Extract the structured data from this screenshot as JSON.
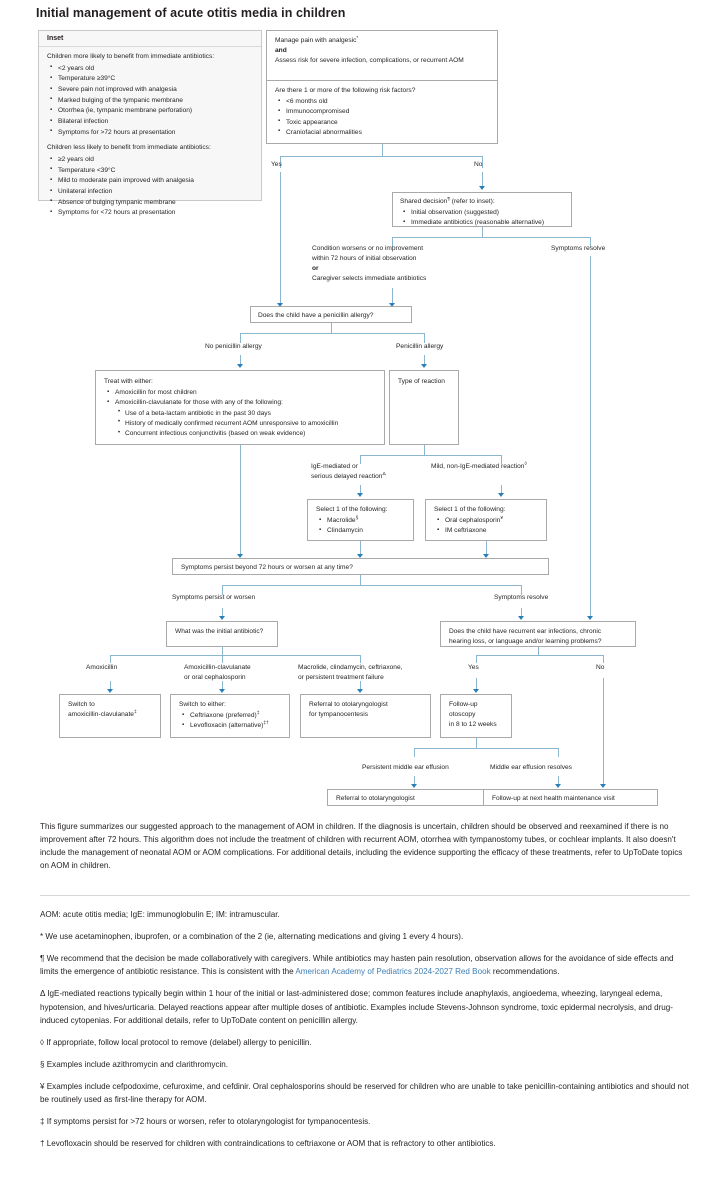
{
  "title": "Initial management of acute otitis media in children",
  "inset": {
    "header": "Inset",
    "group1_title": "Children more likely to benefit from immediate antibiotics:",
    "group1_items": [
      "<2 years old",
      "Temperature ≥39°C",
      "Severe pain not improved with analgesia",
      "Marked bulging of the tympanic membrane",
      "Otorrhea (ie, tympanic membrane perforation)",
      "Bilateral infection",
      "Symptoms for >72 hours at presentation"
    ],
    "group2_title": "Children less likely to benefit from immediate antibiotics:",
    "group2_items": [
      "≥2 years old",
      "Temperature <39°C",
      "Mild to moderate pain improved with analgesia",
      "Unilateral infection",
      "Absence of bulging tympanic membrane",
      "Symptoms for <72 hours at presentation"
    ]
  },
  "flow": {
    "start_line1": "Manage pain with analgesic",
    "start_line1_sup": "*",
    "start_and": "and",
    "start_line2": "Assess risk for severe infection, complications, or recurrent AOM",
    "risk_question": "Are there 1 or more of the following risk factors?",
    "risk_items": [
      "<6 months old",
      "Immunocompromised",
      "Toxic appearance",
      "Craniofacial abnormalities"
    ],
    "label_yes": "Yes",
    "label_no": "No",
    "shared_decision_title": "Shared decision",
    "shared_decision_title_sup": "¶",
    "shared_decision_title_rest": " (refer to inset):",
    "shared_decision_items": [
      "Initial observation (suggested)",
      "Immediate antibiotics (reasonable alternative)"
    ],
    "worsen_line1": "Condition worsens or no improvement",
    "worsen_line2": "within 72 hours of initial observation",
    "worsen_or": "or",
    "worsen_line3": "Caregiver selects immediate antibiotics",
    "symptoms_resolve_1": "Symptoms resolve",
    "penicillin_question": "Does the child have a penicillin allergy?",
    "label_no_pen_allergy": "No penicillin allergy",
    "label_pen_allergy": "Penicillin allergy",
    "treat_title": "Treat with either:",
    "treat_item1": "Amoxicillin for most children",
    "treat_item2": "Amoxicillin-clavulanate for those with any of the following:",
    "treat_sub": [
      "Use of a beta-lactam antibiotic in the past 30 days",
      "History of medically confirmed recurrent AOM unresponsive to amoxicillin",
      "Concurrent infectious conjunctivitis (based on weak evidence)"
    ],
    "type_of_reaction": "Type of reaction",
    "ige_label_l1": "IgE-mediated or",
    "ige_label_l2": "serious delayed reaction",
    "ige_label_sup": "Δ",
    "mild_label": "Mild, non-IgE-mediated reaction",
    "mild_label_sup": "◊",
    "select_title": "Select 1 of the following:",
    "select_left_items_1": "Macrolide",
    "select_left_items_1_sup": "§",
    "select_left_items_2": "Clindamycin",
    "select_right_items_1": "Oral cephalosporin",
    "select_right_items_1_sup": "¥",
    "select_right_items_2": "IM ceftriaxone",
    "persist_question": "Symptoms persist beyond 72 hours or worsen at any time?",
    "label_persist": "Symptoms persist or worsen",
    "symptoms_resolve_2": "Symptoms resolve",
    "initial_abx_question": "What was the initial antibiotic?",
    "recurrent_question_l1": "Does the child have recurrent ear infections, chronic",
    "recurrent_question_l2": "hearing loss, or language and/or learning problems?",
    "branch_amox": "Amoxicillin",
    "branch_amoxclav_l1": "Amoxicillin-clavulanate",
    "branch_amoxclav_l2": "or oral cephalosporin",
    "branch_macro_l1": "Macrolide, clindamycin, ceftriaxone,",
    "branch_macro_l2": "or persistent treatment failure",
    "switch_amox_l1": "Switch to",
    "switch_amox_l2": "amoxicillin-clavulanate",
    "switch_amox_sup": "‡",
    "switch_either_title": "Switch to either:",
    "switch_either_1": "Ceftriaxone (preferred)",
    "switch_either_1_sup": "‡",
    "switch_either_2": "Levofloxacin (alternative)",
    "switch_either_2_sup": "‡†",
    "referral_tympano_l1": "Referral to otolaryngologist",
    "referral_tympano_l2": "for tympanocentesis",
    "label_yes2": "Yes",
    "label_no2": "No",
    "otoscopy_l1": "Follow-up otoscopy",
    "otoscopy_l2": "in 8 to 12 weeks",
    "label_persistent_effusion": "Persistent middle ear effusion",
    "label_effusion_resolves": "Middle ear effusion resolves",
    "referral_oto": "Referral to otolaryngologist",
    "followup_visit": "Follow-up at next health maintenance visit"
  },
  "narrative": "This figure summarizes our suggested approach to the management of AOM in children. If the diagnosis is uncertain, children should be observed and reexamined if there is no improvement after 72 hours. This algorithm does not include the treatment of children with recurrent AOM, otorrhea with tympanostomy tubes, or cochlear implants. It also doesn't include the management of neonatal AOM or AOM complications. For additional details, including the evidence supporting the efficacy of these treatments, refer to UpToDate topics on AOM in children.",
  "footnotes": {
    "abbreviations": "AOM: acute otitis media; IgE: immunoglobulin E; IM: intramuscular.",
    "asterisk": "* We use acetaminophen, ibuprofen, or a combination of the 2 (ie, alternating medications and giving 1 every 4 hours).",
    "pilcrow_part1": "¶ We recommend that the decision be made collaboratively with caregivers. While antibiotics may hasten pain resolution, observation allows for the avoidance of side effects and limits the emergence of antibiotic resistance. This is consistent with the ",
    "pilcrow_link": "American Academy of Pediatrics 2024-2027 Red Book",
    "pilcrow_part2": " recommendations.",
    "delta": "Δ IgE-mediated reactions typically begin within 1 hour of the initial or last-administered dose; common features include anaphylaxis, angioedema, wheezing, laryngeal edema, hypotension, and hives/urticaria. Delayed reactions appear after multiple doses of antibiotic. Examples include Stevens-Johnson syndrome, toxic epidermal necrolysis, and drug-induced cytopenias. For additional details, refer to UpToDate content on penicillin allergy.",
    "lozenge": "◊ If appropriate, follow local protocol to remove (delabel) allergy to penicillin.",
    "section": "§ Examples include azithromycin and clarithromycin.",
    "yen": "¥ Examples include cefpodoxime, cefuroxime, and cefdinir. Oral cephalosporins should be reserved for children who are unable to take penicillin-containing antibiotics and should not be routinely used as first-line therapy for AOM.",
    "dagger_double": "‡ If symptoms persist for >72 hours or worsen, refer to otolaryngologist for tympanocentesis.",
    "dagger": "† Levofloxacin should be reserved for children with contraindications to ceftriaxone or AOM that is refractory to other antibiotics."
  },
  "colors": {
    "connector": "#8cb6cf",
    "arrow": "#2a7fb8",
    "box_border": "#a9a9a9",
    "link": "#3f7fb5"
  }
}
